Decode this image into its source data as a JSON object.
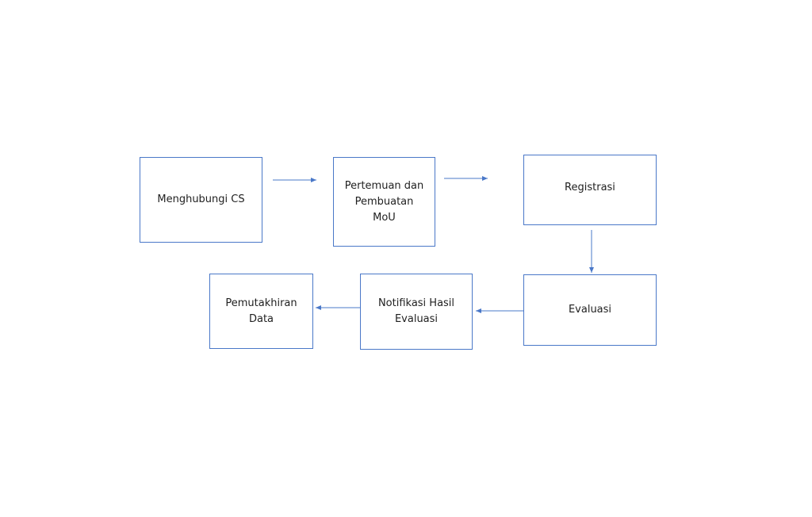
{
  "diagram": {
    "line_color": "#4a78c8",
    "nodes": [
      {
        "id": "n1",
        "label": "Menghubungi CS"
      },
      {
        "id": "n2",
        "label": "Pertemuan dan\nPembuatan\nMoU"
      },
      {
        "id": "n3",
        "label": "Registrasi"
      },
      {
        "id": "n4",
        "label": "Evaluasi"
      },
      {
        "id": "n5",
        "label": "Notifikasi Hasil\nEvaluasi"
      },
      {
        "id": "n6",
        "label": "Pemutakhiran\nData"
      }
    ],
    "edges": [
      {
        "from": "n1",
        "to": "n2"
      },
      {
        "from": "n2",
        "to": "n3"
      },
      {
        "from": "n3",
        "to": "n4"
      },
      {
        "from": "n4",
        "to": "n5"
      },
      {
        "from": "n5",
        "to": "n6"
      }
    ]
  }
}
